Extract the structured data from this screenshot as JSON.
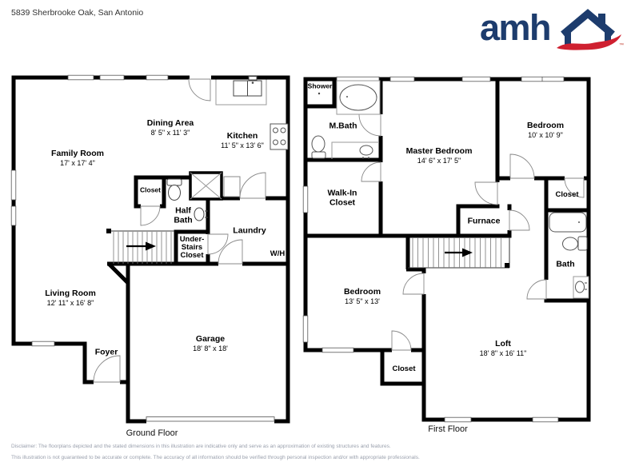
{
  "address": "5839 Sherbrooke Oak, San Antonio",
  "logo": {
    "text": "amh",
    "trademark": "™"
  },
  "colors": {
    "wall": "#000000",
    "logo_blue": "#1d3c6d",
    "logo_red": "#cf2030",
    "disclaimer_gray": "#9aa0ad"
  },
  "floors": {
    "ground": {
      "label": "Ground Floor",
      "rooms": {
        "family_room": {
          "name": "Family Room",
          "dims": "17' x 17' 4\""
        },
        "dining_area": {
          "name": "Dining Area",
          "dims": "8' 5\" x 11' 3\""
        },
        "kitchen": {
          "name": "Kitchen",
          "dims": "11' 5\" x 13' 6\""
        },
        "closet": {
          "name": "Closet"
        },
        "half_bath": {
          "name": "Half\nBath"
        },
        "laundry": {
          "name": "Laundry"
        },
        "water_heater": {
          "name": "W/H"
        },
        "under_stairs_closet": {
          "name": "Under-\nStairs\nCloset"
        },
        "living_room": {
          "name": "Living Room",
          "dims": "12' 11\" x 16' 8\""
        },
        "foyer": {
          "name": "Foyer"
        },
        "garage": {
          "name": "Garage",
          "dims": "18' 8\" x 18'"
        }
      }
    },
    "first": {
      "label": "First Floor",
      "rooms": {
        "shower": {
          "name": "Shower"
        },
        "master_bath": {
          "name": "M.Bath"
        },
        "master_bedroom": {
          "name": "Master Bedroom",
          "dims": "14' 6\" x 17' 5\""
        },
        "bedroom_right": {
          "name": "Bedroom",
          "dims": "10' x 10' 9\""
        },
        "walk_in_closet": {
          "name": "Walk-In\nCloset"
        },
        "closet_right": {
          "name": "Closet"
        },
        "furnace": {
          "name": "Furnace"
        },
        "bath": {
          "name": "Bath"
        },
        "bedroom_left": {
          "name": "Bedroom",
          "dims": "13' 5\" x 13'"
        },
        "closet_bottom": {
          "name": "Closet"
        },
        "loft": {
          "name": "Loft",
          "dims": "18' 8\" x 16' 11\""
        }
      }
    }
  },
  "disclaimer": {
    "line1": "Disclaimer: The floorplans depicted and the stated dimensions in this illustration are indicative only and serve as an approximation of existing structures and features.",
    "line2": "This illustration is not guaranteed to be accurate or complete. The accuracy of all information should be verified through personal inspection and/or with appropriate professionals."
  }
}
